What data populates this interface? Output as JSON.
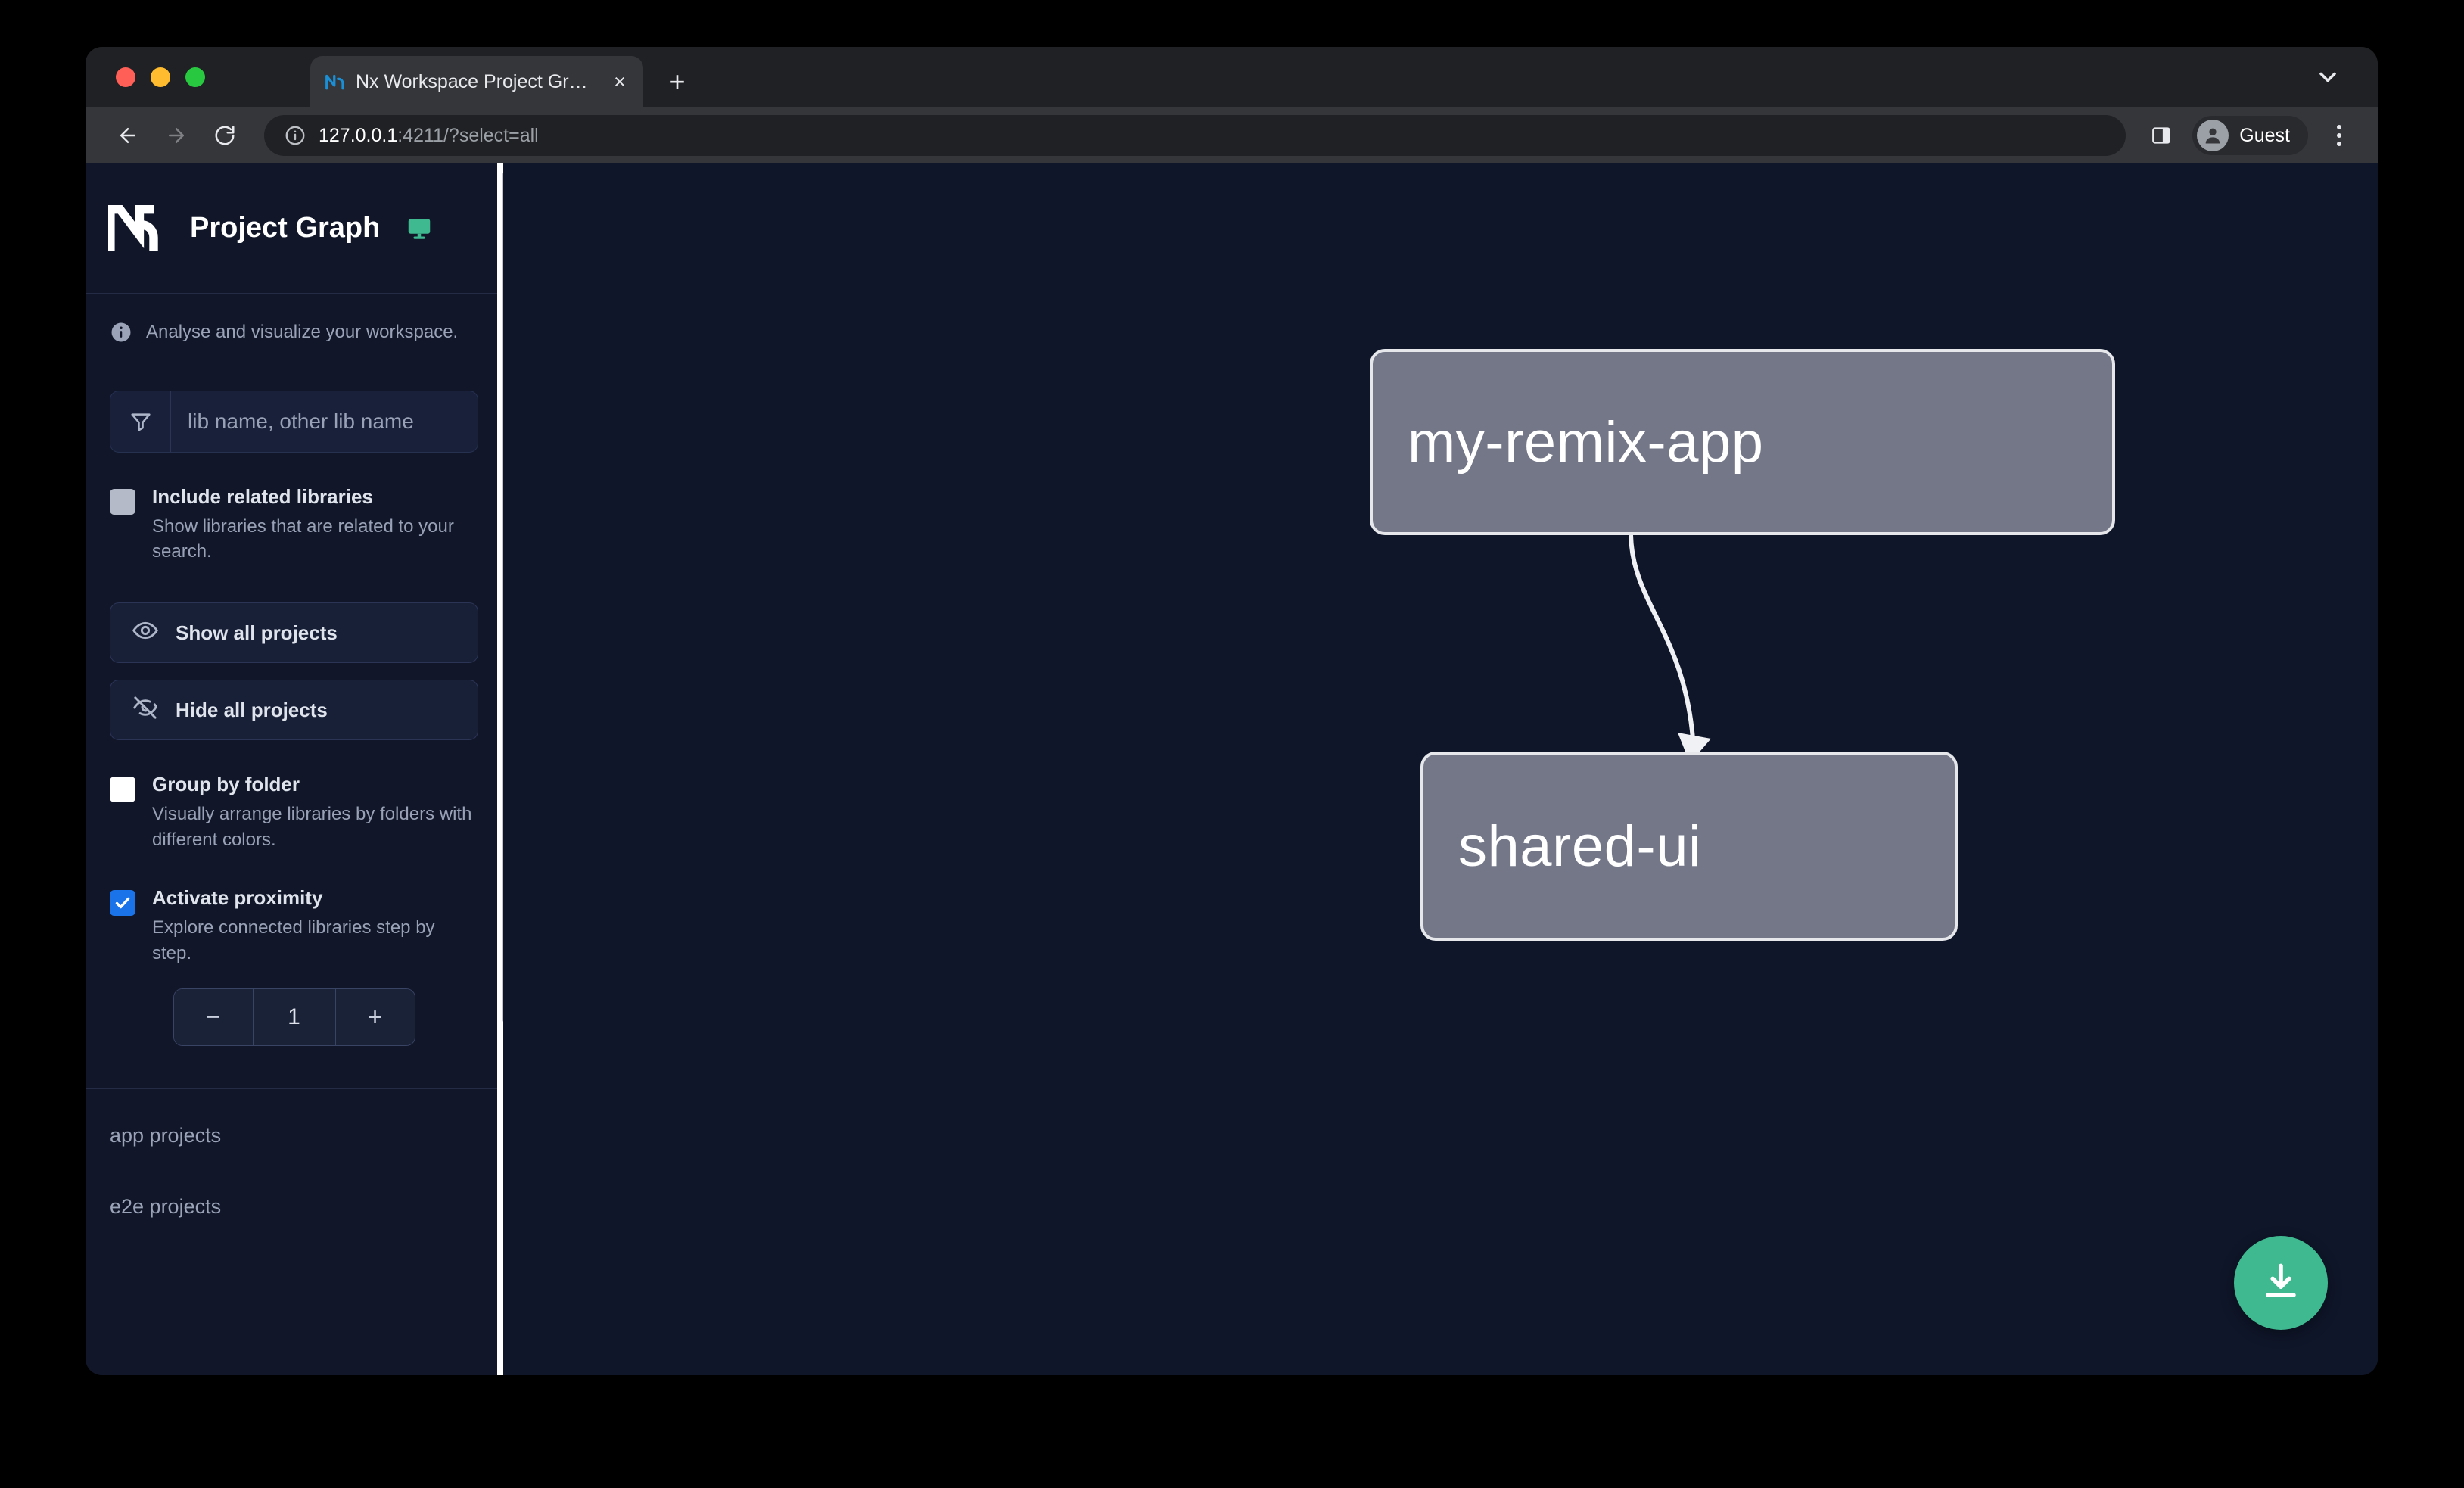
{
  "browser": {
    "tab": {
      "title": "Nx Workspace Project Graph",
      "favicon": "nx-logo-icon",
      "close_label": "×"
    },
    "new_tab_label": "+",
    "toolbar": {
      "back_icon": "arrow-left-icon",
      "forward_icon": "arrow-right-icon",
      "reload_icon": "reload-icon",
      "site_info_icon": "info-circle-icon",
      "url_host": "127.0.0.1",
      "url_rest": ":4211/?select=all",
      "side_panel_icon": "side-panel-icon",
      "profile_name": "Guest",
      "profile_icon": "person-icon",
      "menu_icon": "three-dots-icon"
    },
    "tabstrip_chevron_icon": "chevron-down-icon"
  },
  "sidebar": {
    "logo": "nx-logo",
    "title": "Project Graph",
    "monitor_icon": "monitor-icon",
    "info_icon": "info-circle-icon",
    "subtitle": "Analyse and visualize your workspace.",
    "filter": {
      "icon": "funnel-filter-icon",
      "placeholder": "lib name, other lib name",
      "value": ""
    },
    "options": [
      {
        "id": "include-related-libraries",
        "label": "Include related libraries",
        "description": "Show libraries that are related to your search.",
        "checked": false,
        "checkbox_style": "grey"
      },
      {
        "id": "group-by-folder",
        "label": "Group by folder",
        "description": "Visually arrange libraries by folders with different colors.",
        "checked": false,
        "checkbox_style": "white"
      },
      {
        "id": "activate-proximity",
        "label": "Activate proximity",
        "description": "Explore connected libraries step by step.",
        "checked": true,
        "checkbox_style": "blue"
      }
    ],
    "buttons": [
      {
        "id": "show-all-projects",
        "label": "Show all projects",
        "icon": "eye-icon"
      },
      {
        "id": "hide-all-projects",
        "label": "Hide all projects",
        "icon": "eye-slash-icon"
      }
    ],
    "proximity_stepper": {
      "decrement_label": "−",
      "value": "1",
      "increment_label": "+"
    },
    "project_groups": [
      {
        "id": "app-projects",
        "label": "app projects"
      },
      {
        "id": "e2e-projects",
        "label": "e2e projects"
      }
    ]
  },
  "graph": {
    "nodes": [
      {
        "id": "my-remix-app",
        "label": "my-remix-app"
      },
      {
        "id": "shared-ui",
        "label": "shared-ui"
      }
    ],
    "edges": [
      {
        "from": "my-remix-app",
        "to": "shared-ui"
      }
    ],
    "download_button": {
      "icon": "download-icon",
      "color": "#3fb98f"
    }
  },
  "colors": {
    "canvas_background": "#0f1629",
    "sidebar_background": "#111729",
    "node_fill": "#737788",
    "node_border": "#e5e7eb",
    "accent_green": "#3fb98f",
    "checkbox_blue": "#1a73e8"
  }
}
